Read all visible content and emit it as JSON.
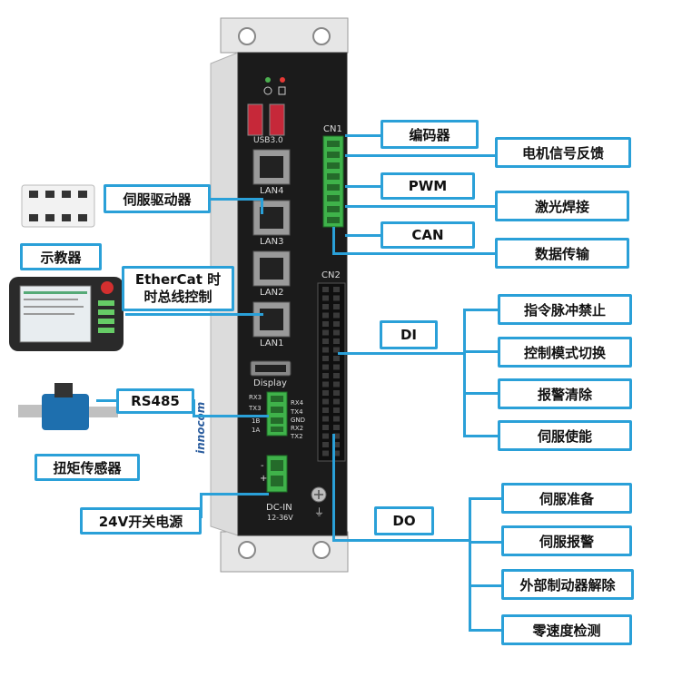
{
  "device": {
    "brand": "innocom",
    "usb_label": "USB3.0",
    "lan_labels": [
      "LAN4",
      "LAN3",
      "LAN2",
      "LAN1"
    ],
    "display_label": "Display",
    "cn1_label": "CN1",
    "cn2_label": "CN2",
    "rs485_pins": [
      "RX3",
      "TX3",
      "1B",
      "1A",
      "RX4",
      "TX4",
      "GND",
      "RX2",
      "TX2"
    ],
    "dcin_label": "DC-IN",
    "dcin_voltage": "12-36V",
    "plus_sign": "+",
    "minus_sign": "-",
    "ground_symbol": "⏚"
  },
  "left_labels": {
    "servo_driver": "伺服驱动器",
    "teach_pendant": "示教器",
    "ethercat_line1": "EtherCat 时",
    "ethercat_line2": "时总线控制",
    "rs485": "RS485",
    "torque_sensor": "扭矩传感器",
    "power": "24V开关电源"
  },
  "right_labels": {
    "encoder": "编码器",
    "motor_feedback": "电机信号反馈",
    "pwm": "PWM",
    "laser_welding": "激光焊接",
    "can": "CAN",
    "data_transfer": "数据传输",
    "di": "DI",
    "pulse_disable": "指令脉冲禁止",
    "mode_switch": "控制模式切换",
    "alarm_clear": "报警清除",
    "servo_enable": "伺服使能",
    "do": "DO",
    "servo_ready": "伺服准备",
    "servo_alarm": "伺服报警",
    "brake_release": "外部制动器解除",
    "zero_speed": "零速度检测"
  },
  "colors": {
    "accent": "#2aa0d8",
    "device_body": "#1b1b1b",
    "connector_green": "#3fb24a",
    "usb_red": "#d62a3a"
  }
}
